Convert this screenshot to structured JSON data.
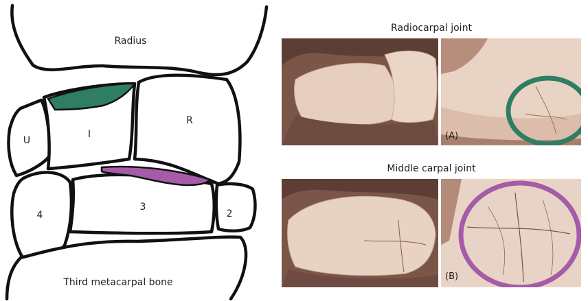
{
  "labels": {
    "radius": "Radius",
    "intermedius": "I",
    "ulnar": "U",
    "radial": "R",
    "fourth": "4",
    "third": "3",
    "second": "2",
    "metacarpal": "Third metacarpal bone"
  },
  "photos": {
    "top_title": "Radiocarpal joint",
    "bottom_title": "Middle carpal joint",
    "top_tag": "(A)",
    "bottom_tag": "(B)"
  },
  "colors": {
    "radiocarpal_highlight": "#2e7d64",
    "middle_carpal_highlight": "#a55ba8",
    "cartilage": "#e8c8b8",
    "tissue_dark": "#6b4a3e"
  }
}
